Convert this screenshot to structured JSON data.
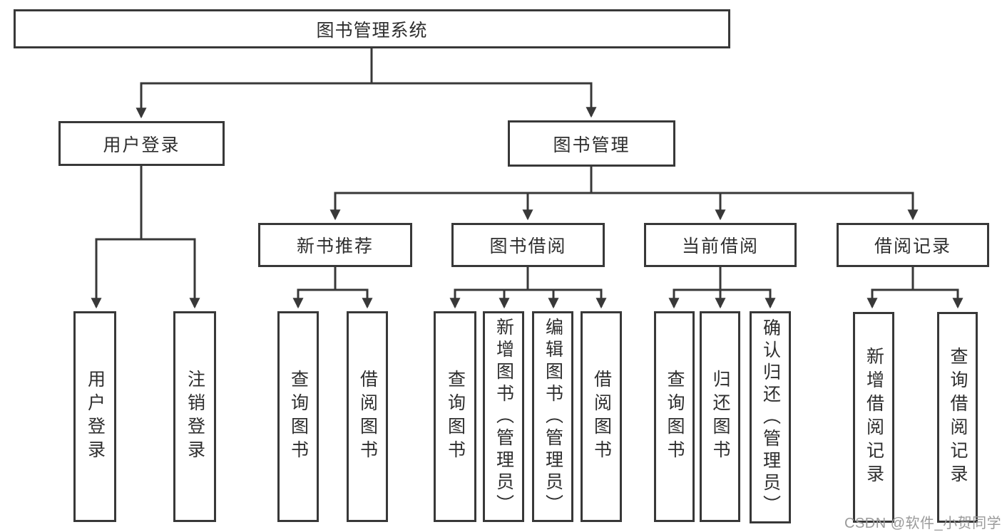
{
  "tree": {
    "label": "图书管理系统",
    "children": [
      {
        "label": "用户登录",
        "children": [
          {
            "label": "用户登录"
          },
          {
            "label": "注销登录"
          }
        ]
      },
      {
        "label": "图书管理",
        "children": [
          {
            "label": "新书推荐",
            "children": [
              {
                "label": "查询图书"
              },
              {
                "label": "借阅图书"
              }
            ]
          },
          {
            "label": "图书借阅",
            "children": [
              {
                "label": "查询图书"
              },
              {
                "label": "新增图书（管理员）"
              },
              {
                "label": "编辑图书（管理员）"
              },
              {
                "label": "借阅图书"
              }
            ]
          },
          {
            "label": "当前借阅",
            "children": [
              {
                "label": "查询图书"
              },
              {
                "label": "归还图书"
              },
              {
                "label": "确认归还（管理员）"
              }
            ]
          },
          {
            "label": "借阅记录",
            "children": [
              {
                "label": "新增借阅记录"
              },
              {
                "label": "查询借阅记录"
              }
            ]
          }
        ]
      }
    ]
  },
  "watermark": "CSDN @软件_小贺同学",
  "colors": {
    "line": "#383838",
    "text": "#2e2e2e",
    "watermark": "#9a9a9a",
    "background": "#ffffff"
  }
}
